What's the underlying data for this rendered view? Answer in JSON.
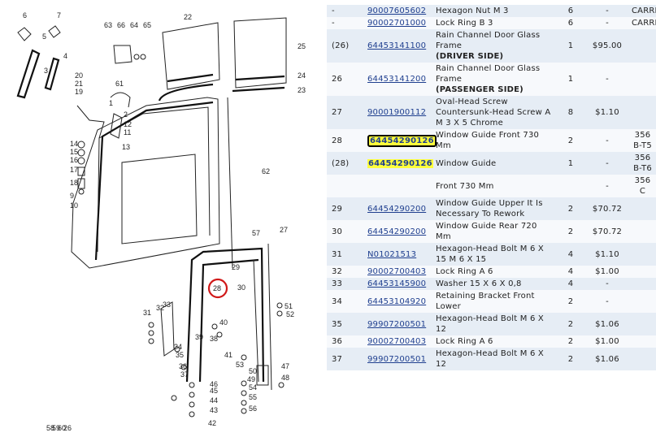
{
  "diagram": {
    "callouts": [
      "6",
      "7",
      "22",
      "25",
      "24",
      "23",
      "63",
      "66",
      "64",
      "65",
      "5",
      "4",
      "3",
      "20",
      "21",
      "19",
      "61",
      "1",
      "2",
      "12",
      "11",
      "13",
      "14",
      "15",
      "16",
      "17",
      "18",
      "9",
      "10",
      "62",
      "27",
      "29",
      "28",
      "30",
      "31",
      "32",
      "33",
      "34",
      "35",
      "36",
      "37",
      "38",
      "39",
      "40",
      "41",
      "42",
      "43",
      "44",
      "45",
      "46",
      "47",
      "48",
      "49",
      "50",
      "51",
      "52",
      "53",
      "54",
      "55",
      "56",
      "57",
      "58",
      "59",
      "60",
      "26"
    ],
    "highlight_circle": "28"
  },
  "parts": [
    {
      "ref": "-",
      "pn": "90007605602",
      "pn_style": "link",
      "desc": "Hexagon Nut M 3",
      "desc_bold": "",
      "qty": "6",
      "price": "-",
      "model": "CARRERA"
    },
    {
      "ref": "-",
      "pn": "90002701000",
      "pn_style": "link",
      "desc": "Lock Ring B 3",
      "desc_bold": "",
      "qty": "6",
      "price": "-",
      "model": "CARRERA"
    },
    {
      "ref": "(26)",
      "pn": "64453141100",
      "pn_style": "link",
      "desc": "Rain Channel Door Glass Frame",
      "desc_bold": "(DRIVER SIDE)",
      "qty": "1",
      "price": "$95.00",
      "model": ""
    },
    {
      "ref": "26",
      "pn": "64453141200",
      "pn_style": "link",
      "desc": "Rain Channel Door Glass Frame",
      "desc_bold": "(PASSENGER SIDE)",
      "qty": "1",
      "price": "-",
      "model": ""
    },
    {
      "ref": "27",
      "pn": "90001900112",
      "pn_style": "link",
      "desc": "Oval-Head Screw Countersunk-Head Screw A M 3 X 5 Chrome",
      "desc_bold": "",
      "qty": "8",
      "price": "$1.10",
      "model": ""
    },
    {
      "ref": "28",
      "pn": "64454290126",
      "pn_style": "boxed",
      "desc": "Window Guide Front 730 Mm",
      "desc_bold": "",
      "qty": "2",
      "price": "-",
      "model": "356 B-T5"
    },
    {
      "ref": "(28)",
      "pn": "64454290126",
      "pn_style": "highlight",
      "desc": "Window Guide",
      "desc_bold": "",
      "qty": "1",
      "price": "-",
      "model": "356 B-T6"
    },
    {
      "ref": "",
      "pn": "",
      "pn_style": "plain",
      "desc": "Front 730 Mm",
      "desc_bold": "",
      "qty": "",
      "price": "-",
      "model": "356 C"
    },
    {
      "ref": "29",
      "pn": "64454290200",
      "pn_style": "link",
      "desc": "Window Guide Upper It Is Necessary To Rework",
      "desc_bold": "",
      "qty": "2",
      "price": "$70.72",
      "model": ""
    },
    {
      "ref": "30",
      "pn": "64454290200",
      "pn_style": "link",
      "desc": "Window Guide Rear 720 Mm",
      "desc_bold": "",
      "qty": "2",
      "price": "$70.72",
      "model": ""
    },
    {
      "ref": "31",
      "pn": "N01021513",
      "pn_style": "link",
      "desc": "Hexagon-Head Bolt M 6 X 15 M 6 X 15",
      "desc_bold": "",
      "qty": "4",
      "price": "$1.10",
      "model": ""
    },
    {
      "ref": "32",
      "pn": "90002700403",
      "pn_style": "link",
      "desc": "Lock Ring A 6",
      "desc_bold": "",
      "qty": "4",
      "price": "$1.00",
      "model": ""
    },
    {
      "ref": "33",
      "pn": "64453145900",
      "pn_style": "link",
      "desc": "Washer 15 X 6 X 0,8",
      "desc_bold": "",
      "qty": "4",
      "price": "-",
      "model": ""
    },
    {
      "ref": "34",
      "pn": "64453104920",
      "pn_style": "link",
      "desc": "Retaining Bracket Front Lower",
      "desc_bold": "",
      "qty": "2",
      "price": "-",
      "model": ""
    },
    {
      "ref": "35",
      "pn": "99907200501",
      "pn_style": "link",
      "desc": "Hexagon-Head Bolt M 6 X 12",
      "desc_bold": "",
      "qty": "2",
      "price": "$1.06",
      "model": ""
    },
    {
      "ref": "36",
      "pn": "90002700403",
      "pn_style": "link",
      "desc": "Lock Ring A 6",
      "desc_bold": "",
      "qty": "2",
      "price": "$1.00",
      "model": ""
    },
    {
      "ref": "37",
      "pn": "99907200501",
      "pn_style": "link",
      "desc": "Hexagon-Head Bolt M 6 X 12",
      "desc_bold": "",
      "qty": "2",
      "price": "$1.06",
      "model": ""
    }
  ]
}
